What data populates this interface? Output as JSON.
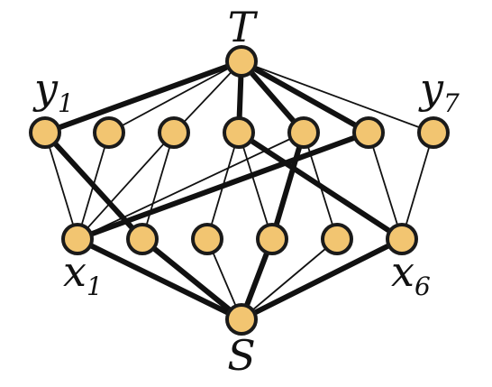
{
  "colors": {
    "node_fill": "#F2C571",
    "node_stroke": "#1a1a1a",
    "edge": "#111111",
    "background": "#ffffff"
  },
  "labels": {
    "T": {
      "main": "T"
    },
    "S": {
      "main": "S"
    },
    "y1": {
      "main": "y",
      "sub": "1"
    },
    "y7": {
      "main": "y",
      "sub": "7"
    },
    "x1": {
      "main": "x",
      "sub": "1"
    },
    "x6": {
      "main": "x",
      "sub": "6"
    }
  },
  "graph": {
    "nodes": [
      "T",
      "y1",
      "y2",
      "y3",
      "y4",
      "y5",
      "y6",
      "y7",
      "x1",
      "x2",
      "x3",
      "x4",
      "x5",
      "x6",
      "S"
    ],
    "edges": [
      {
        "from": "T",
        "to": "y1",
        "bold": true
      },
      {
        "from": "T",
        "to": "y2",
        "bold": false
      },
      {
        "from": "T",
        "to": "y3",
        "bold": false
      },
      {
        "from": "T",
        "to": "y4",
        "bold": true
      },
      {
        "from": "T",
        "to": "y5",
        "bold": true
      },
      {
        "from": "T",
        "to": "y6",
        "bold": true
      },
      {
        "from": "T",
        "to": "y7",
        "bold": false
      },
      {
        "from": "y1",
        "to": "x1",
        "bold": false
      },
      {
        "from": "y1",
        "to": "x2",
        "bold": true
      },
      {
        "from": "y2",
        "to": "x1",
        "bold": false
      },
      {
        "from": "y3",
        "to": "x1",
        "bold": false
      },
      {
        "from": "y3",
        "to": "x2",
        "bold": false
      },
      {
        "from": "y4",
        "to": "x3",
        "bold": false
      },
      {
        "from": "y4",
        "to": "x4",
        "bold": false
      },
      {
        "from": "y4",
        "to": "x6",
        "bold": true
      },
      {
        "from": "y5",
        "to": "x1",
        "bold": false
      },
      {
        "from": "y5",
        "to": "x4",
        "bold": true
      },
      {
        "from": "y5",
        "to": "x5",
        "bold": false
      },
      {
        "from": "y6",
        "to": "x1",
        "bold": true
      },
      {
        "from": "y6",
        "to": "x6",
        "bold": false
      },
      {
        "from": "y7",
        "to": "x6",
        "bold": false
      },
      {
        "from": "x1",
        "to": "S",
        "bold": true
      },
      {
        "from": "x2",
        "to": "S",
        "bold": true
      },
      {
        "from": "x3",
        "to": "S",
        "bold": false
      },
      {
        "from": "x4",
        "to": "S",
        "bold": true
      },
      {
        "from": "x5",
        "to": "S",
        "bold": false
      },
      {
        "from": "x6",
        "to": "S",
        "bold": true
      }
    ]
  }
}
